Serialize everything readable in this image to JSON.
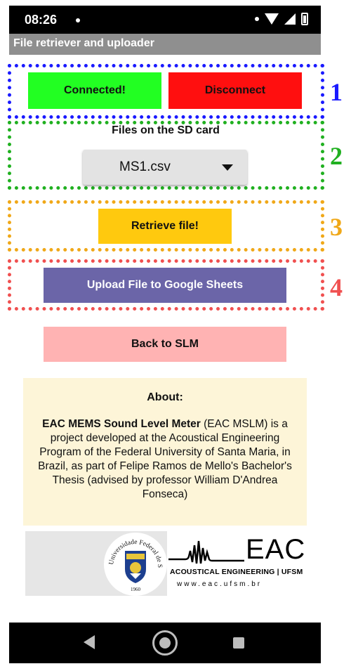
{
  "status_bar": {
    "time": "08:26",
    "icons": [
      "notification-dot-icon",
      "wifi-icon",
      "cellular-signal-icon",
      "battery-icon"
    ]
  },
  "app": {
    "title": "File retriever and uploader"
  },
  "groups": [
    {
      "number": "1",
      "color": "#1a1aff"
    },
    {
      "number": "2",
      "color": "#20b020"
    },
    {
      "number": "3",
      "color": "#f0a818"
    },
    {
      "number": "4",
      "color": "#f05050"
    }
  ],
  "connection": {
    "connected_label": "Connected!",
    "disconnect_label": "Disconnect",
    "connected_color": "#22ff22",
    "disconnect_color": "#ff0f0f"
  },
  "sd_card": {
    "label": "Files on the SD card",
    "selected_file": "MS1.csv"
  },
  "retrieve": {
    "label": "Retrieve file!",
    "color": "#ffc90e"
  },
  "upload": {
    "label": "Upload File to Google Sheets",
    "color": "#6b65a8"
  },
  "back": {
    "label": "Back to SLM",
    "color": "#ffb3b3"
  },
  "about": {
    "title": "About:",
    "name_bold": "EAC MEMS Sound Level Meter",
    "body": " (EAC MSLM) is a project developed at the Acoustical Engineering Program of the Federal University of Santa Maria, in Brazil, as part of Felipe Ramos de Mello's Bachelor's Thesis (advised by professor William D'Andrea Fonseca)"
  },
  "logos": {
    "ufsm_seal_text": "Universidade Federal de Santa Maria",
    "ufsm_year": "1960",
    "eac_letters": "EAC",
    "eac_subtitle": "ACOUSTICAL ENGINEERING | UFSM",
    "eac_url": "www.eac.ufsm.br"
  },
  "nav": {
    "icons": [
      "back-triangle-icon",
      "home-circle-icon",
      "recents-square-icon"
    ]
  }
}
